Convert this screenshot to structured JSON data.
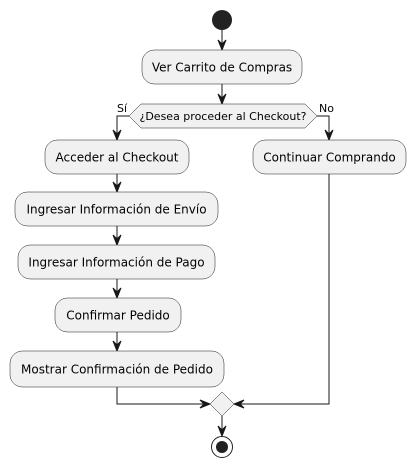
{
  "activities": {
    "view_cart": "Ver Carrito de Compras",
    "checkout": "Acceder al Checkout",
    "shipping": "Ingresar Información de Envío",
    "payment": "Ingresar Información de Pago",
    "confirm": "Confirmar Pedido",
    "show_confirmation": "Mostrar Confirmación de Pedido",
    "continue_shopping": "Continuar Comprando"
  },
  "decision": {
    "question": "¿Desea proceder al Checkout?",
    "yes": "Sí",
    "no": "No"
  },
  "colors": {
    "node_fill": "#f1f1f1",
    "stroke": "#181818",
    "start_end": "#222222"
  }
}
